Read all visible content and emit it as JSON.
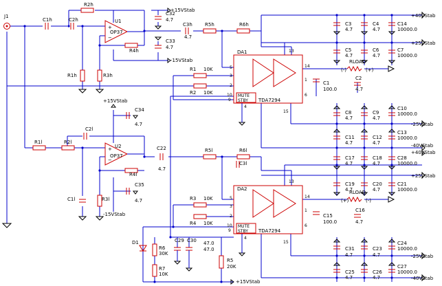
{
  "connector": "J1",
  "stage1": {
    "caps": [
      "C1h",
      "C2h",
      "C32",
      "C33",
      "C3h"
    ],
    "cap_vals": [
      "4.7",
      "4.7"
    ],
    "res": [
      "R2h",
      "R1h",
      "R3h",
      "R4h",
      "R5h",
      "R6h"
    ],
    "opamp": "U1",
    "opamp_part": "OP37",
    "vpos": "+15VStab",
    "vneg": "-15VStab",
    "c3h_val": "4.7"
  },
  "stage2": {
    "caps": [
      "C2l",
      "C1l",
      "C34",
      "C35",
      "C22",
      "C3l"
    ],
    "cap_vals": [
      "4.7",
      "4.7"
    ],
    "res": [
      "R1l",
      "R2l",
      "R3l",
      "R4l",
      "R5l",
      "R6l"
    ],
    "opamp": "U2",
    "opamp_part": "OP37",
    "vpos": "+15VStab",
    "vneg": "-15VStab",
    "c22_val": "4.7"
  },
  "amp1": {
    "label": "DA1",
    "part": "TDA7294",
    "mute": "MUTE",
    "stby": "STBY",
    "r_labels": [
      "R1",
      "R2"
    ],
    "r_vals": [
      "10K",
      "10K"
    ],
    "c1": "C1",
    "c1_val": "100.0",
    "c2": "C2",
    "c2_val": "4.7",
    "load": "RLOAD",
    "minus": "(-)",
    "plus": "(+)",
    "pins": [
      "5",
      "3",
      "2",
      "4",
      "10",
      "9",
      "14",
      "1",
      "6",
      "15",
      "13"
    ]
  },
  "amp2": {
    "label": "DA2",
    "part": "TDA7294",
    "mute": "MUTE",
    "stby": "STBY",
    "r_labels": [
      "R3",
      "R4"
    ],
    "r_vals": [
      "10K",
      "10K"
    ],
    "c15": "C15",
    "c15_val": "100.0",
    "c16": "C16",
    "c16_val": "4.7",
    "load": "RLOAD",
    "plus": "(+)",
    "minus": "(-)",
    "pins": [
      "5",
      "3",
      "2",
      "4",
      "10",
      "9",
      "14",
      "1",
      "6",
      "15",
      "13"
    ]
  },
  "standby": {
    "diode": "D1",
    "r6": "R6",
    "r6_val": "30K",
    "r7": "R7",
    "r7_val": "10K",
    "c29": "C29",
    "c30": "C30",
    "c29_val": "47.0",
    "c30_val": "47.0",
    "r5": "R5",
    "r5_val": "20K",
    "supply": "+15VStab"
  },
  "rails": {
    "p40": "+40VStab",
    "p25": "+25VStab",
    "m25": "-25VStab",
    "m40": "-40VStab"
  },
  "bank": {
    "small_val": "4.7",
    "big_val": "10000.0",
    "row1": [
      "C3",
      "C4",
      "C14"
    ],
    "row2": [
      "C5",
      "C6",
      "C7"
    ],
    "row3": [
      "C8",
      "C9",
      "C10"
    ],
    "row4": [
      "C11",
      "C12",
      "C13"
    ],
    "row5": [
      "C17",
      "C18",
      "C28"
    ],
    "row6": [
      "C19",
      "C20",
      "C21"
    ],
    "row7": [
      "C31",
      "C23",
      "C24"
    ],
    "row8": [
      "C25",
      "C26",
      "C27"
    ]
  }
}
